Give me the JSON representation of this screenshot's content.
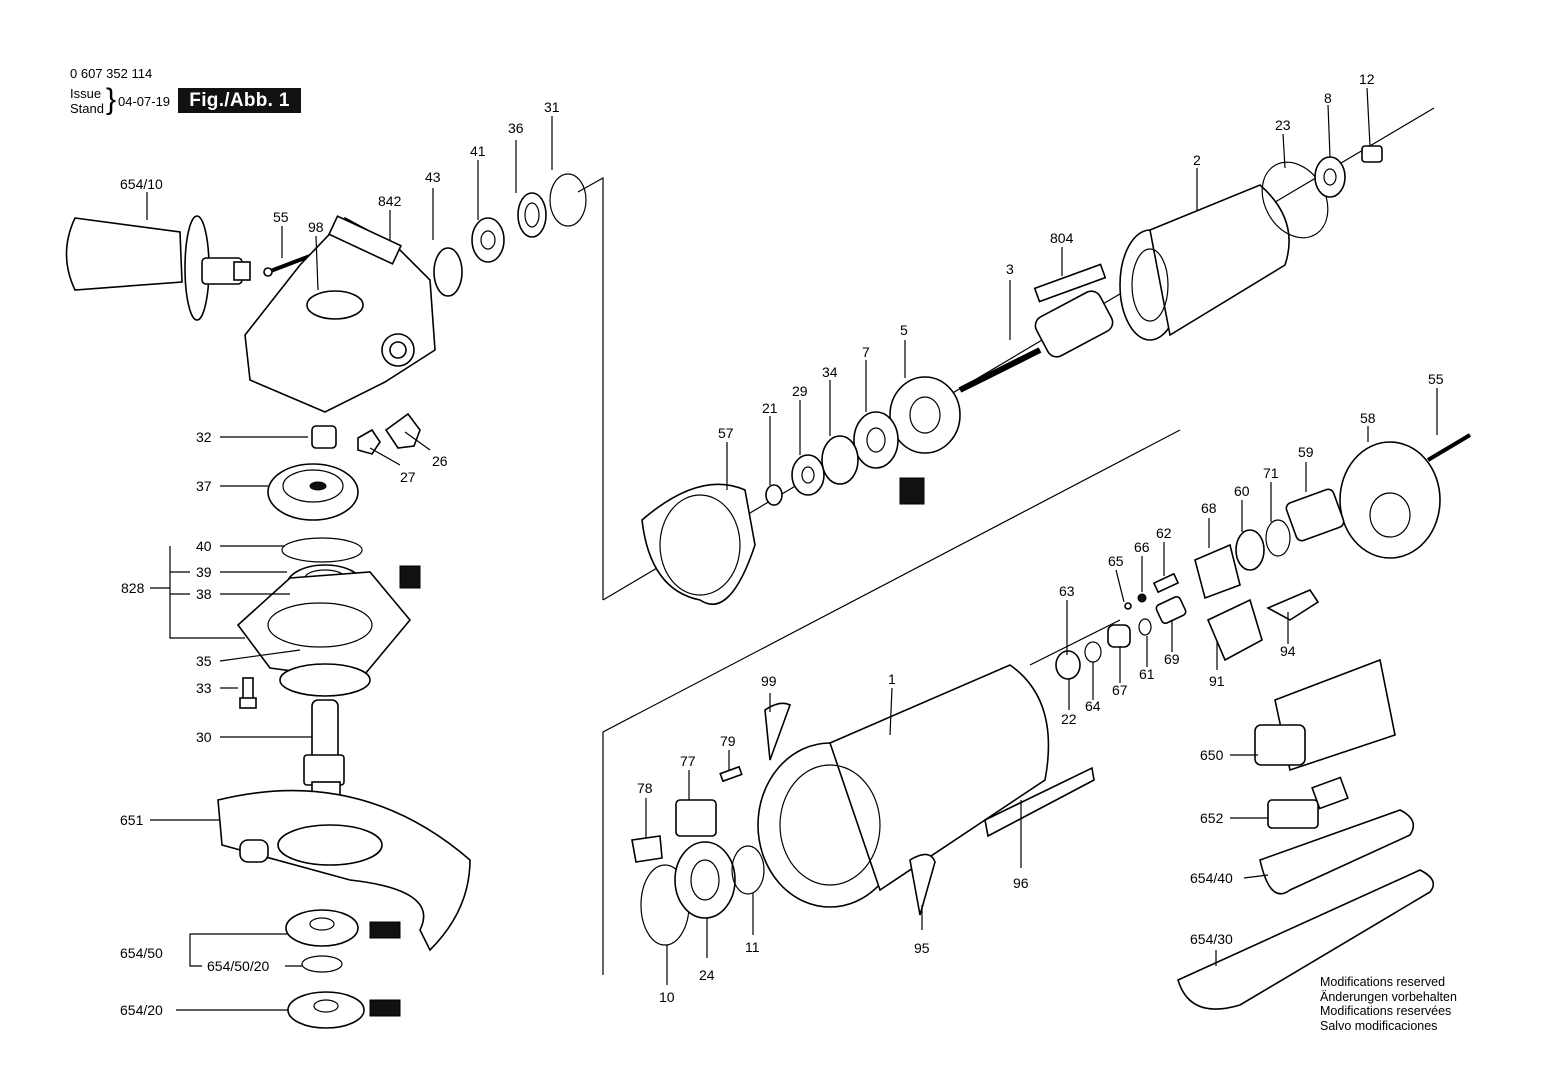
{
  "header": {
    "part_number": "0 607 352 114",
    "issue_label": "Issue",
    "stand_label": "Stand",
    "issue_date": "04-07-19",
    "figure_label": "Fig./Abb. 1"
  },
  "callouts": {
    "c654_10": "654/10",
    "c55a": "55",
    "c98": "98",
    "c842": "842",
    "c43": "43",
    "c41": "41",
    "c36": "36",
    "c31": "31",
    "c32": "32",
    "c26": "26",
    "c27": "27",
    "c37": "37",
    "c40": "40",
    "c39": "39",
    "c38": "38",
    "c828": "828",
    "c35": "35",
    "c33": "33",
    "c30": "30",
    "c651": "651",
    "c654_50": "654/50",
    "c654_50_20": "654/50/20",
    "c654_20": "654/20",
    "c12": "12",
    "c8": "8",
    "c23": "23",
    "c2": "2",
    "c804": "804",
    "c3": "3",
    "c5": "5",
    "c7": "7",
    "c34": "34",
    "c29": "29",
    "c21": "21",
    "c57": "57",
    "c55b": "55",
    "c58": "58",
    "c59": "59",
    "c71": "71",
    "c60": "60",
    "c68": "68",
    "c62": "62",
    "c66": "66",
    "c65": "65",
    "c63": "63",
    "c22": "22",
    "c64": "64",
    "c67": "67",
    "c61": "61",
    "c69": "69",
    "c91": "91",
    "c94": "94",
    "c650": "650",
    "c652": "652",
    "c654_40": "654/40",
    "c654_30": "654/30",
    "c1": "1",
    "c99": "99",
    "c79": "79",
    "c77": "77",
    "c78": "78",
    "c96": "96",
    "c95": "95",
    "c10": "10",
    "c24": "24",
    "c11": "11"
  },
  "notice": {
    "line1": "Modifications reserved",
    "line2": "Änderungen vorbehalten",
    "line3": "Modifications reservées",
    "line4": "Salvo modificaciones"
  }
}
